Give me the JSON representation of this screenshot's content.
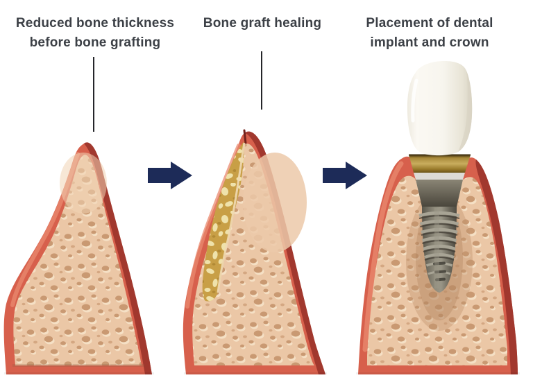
{
  "page": {
    "background": "#ffffff"
  },
  "panels": [
    {
      "label": "Reduced bone thickness before bone grafting"
    },
    {
      "label": "Bone graft healing"
    },
    {
      "label": "Placement of dental implant and crown"
    }
  ],
  "colors": {
    "label_text": "#3c4046",
    "leader_line": "#25262a",
    "arrow": "#1d2b58",
    "gum": "#d7604c",
    "gum_shadow": "#983129",
    "gum_highlight": "#ea8a6f",
    "bone_fill": "#ebc7a6",
    "bone_pore": "#c6946d",
    "graft_fill": "#c89f46",
    "graft_highlight": "#efe2ab",
    "crown": "#f5f2e9",
    "abutment_gold": "#b1903f",
    "implant_metal": "#8d897a"
  }
}
